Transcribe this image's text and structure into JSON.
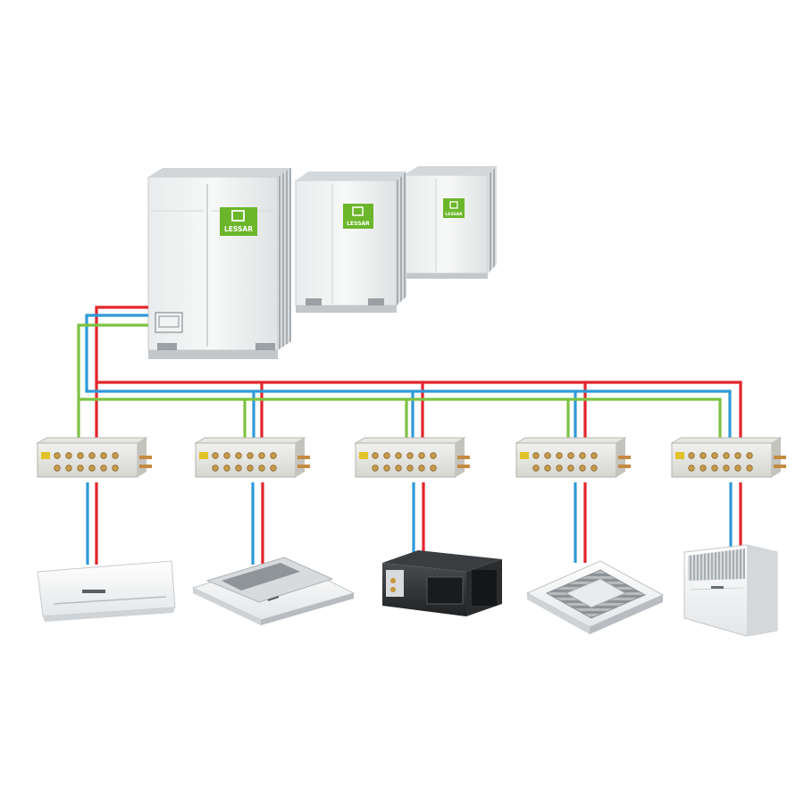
{
  "brand": {
    "logo_text": "LESSAR",
    "logo_color": "#6bb62a"
  },
  "pipe_colors": {
    "liquid": "#e3242b",
    "gas": "#2e9ad8",
    "oil": "#7cc242"
  },
  "outdoor_units": [
    {
      "name": "outdoor-unit-1"
    },
    {
      "name": "outdoor-unit-2"
    },
    {
      "name": "outdoor-unit-3"
    }
  ],
  "branch_boxes": [
    {
      "name": "branch-box-1"
    },
    {
      "name": "branch-box-2"
    },
    {
      "name": "branch-box-3"
    },
    {
      "name": "branch-box-4"
    },
    {
      "name": "branch-box-5"
    }
  ],
  "indoor_units": [
    {
      "type": "wall-mounted"
    },
    {
      "type": "one-way-cassette"
    },
    {
      "type": "ducted"
    },
    {
      "type": "four-way-cassette"
    },
    {
      "type": "floor-ceiling"
    }
  ]
}
